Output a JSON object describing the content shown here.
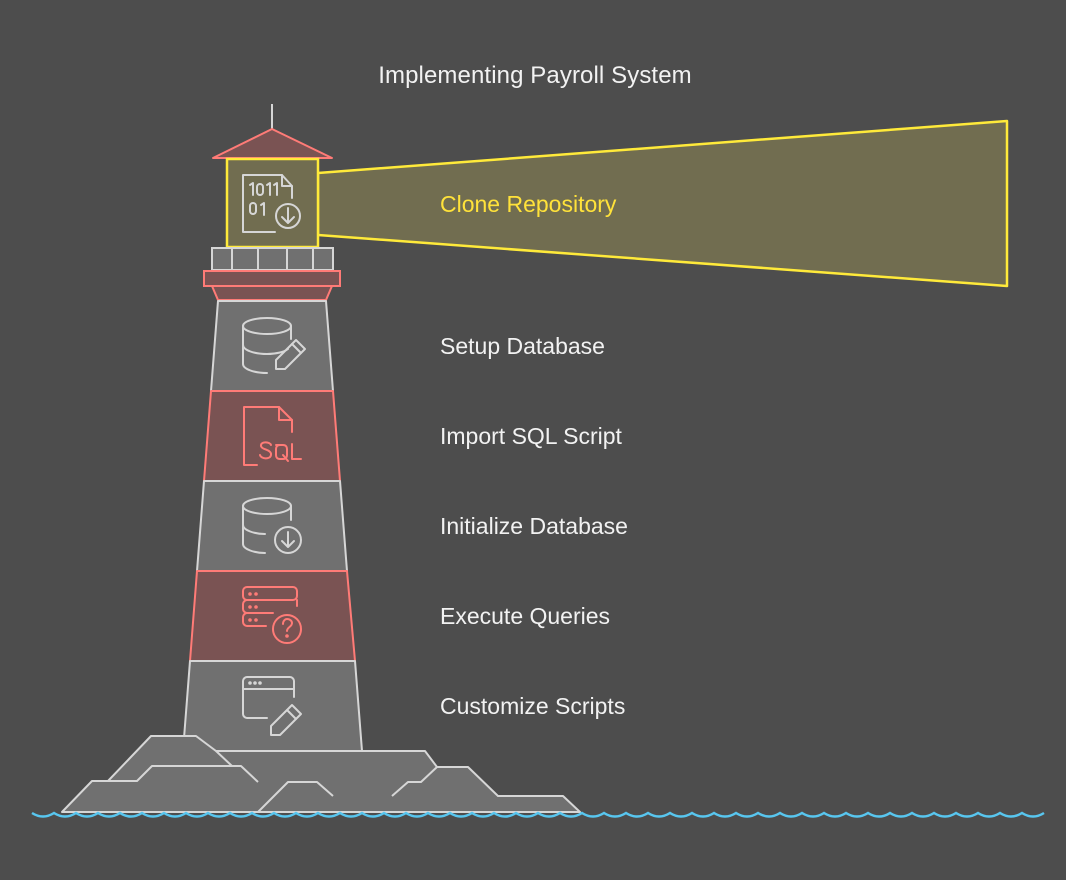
{
  "title": "Implementing Payroll System",
  "colors": {
    "background": "#4d4d4d",
    "beam_fill": "#716d50",
    "beam_stroke": "#ffea3a",
    "red_band_fill": "#7a5353",
    "red_band_stroke": "#ff7b77",
    "gray_band_fill": "#707070",
    "gray_stroke": "#d6d6d6",
    "water": "#58c6ef"
  },
  "highlighted_step": {
    "label": "Clone Repository",
    "icon": "file-binary-download-icon"
  },
  "steps": [
    {
      "label": "Setup Database",
      "icon": "database-edit-icon",
      "band": "gray"
    },
    {
      "label": "Import SQL Script",
      "icon": "sql-file-icon",
      "band": "red"
    },
    {
      "label": "Initialize Database",
      "icon": "database-download-icon",
      "band": "gray"
    },
    {
      "label": "Execute Queries",
      "icon": "server-question-icon",
      "band": "red"
    },
    {
      "label": "Customize Scripts",
      "icon": "browser-edit-icon",
      "band": "gray"
    }
  ]
}
